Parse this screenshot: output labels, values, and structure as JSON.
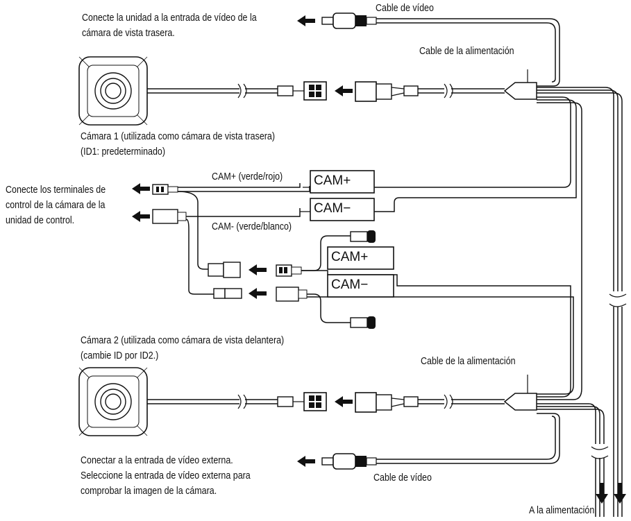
{
  "labels": {
    "video_in_rear_l1": "Conecte la unidad a la entrada de vídeo de la",
    "video_in_rear_l2": "cámara de vista trasera.",
    "cable_video_top": "Cable de vídeo",
    "cable_power_top": "Cable de la alimentación",
    "camera1_l1": "Cámara 1 (utilizada como cámara de vista trasera)",
    "camera1_l2": "(ID1: predeterminado)",
    "control_l1": "Conecte los terminales de",
    "control_l2": "control de la cámara de la",
    "control_l3": "unidad de control.",
    "cam_plus_wire": "CAM+ (verde/rojo)",
    "cam_minus_wire": "CAM- (verde/blanco)",
    "camera2_l1": "Cámara 2 (utilizada como cámara de vista delantera)",
    "camera2_l2": "(cambie ID por ID2.)",
    "cable_power_bottom": "Cable de la alimentación",
    "external_l1": "Conectar a la entrada de vídeo externa.",
    "external_l2": "Seleccione la entrada de vídeo externa para",
    "external_l3": "comprobar la imagen de la cámara.",
    "cable_video_bottom": "Cable de vídeo",
    "to_power": "A la alimentación"
  },
  "boxes": {
    "cam_plus_1": "CAM+",
    "cam_minus_1": "CAM−",
    "cam_plus_2": "CAM+",
    "cam_minus_2": "CAM−"
  }
}
